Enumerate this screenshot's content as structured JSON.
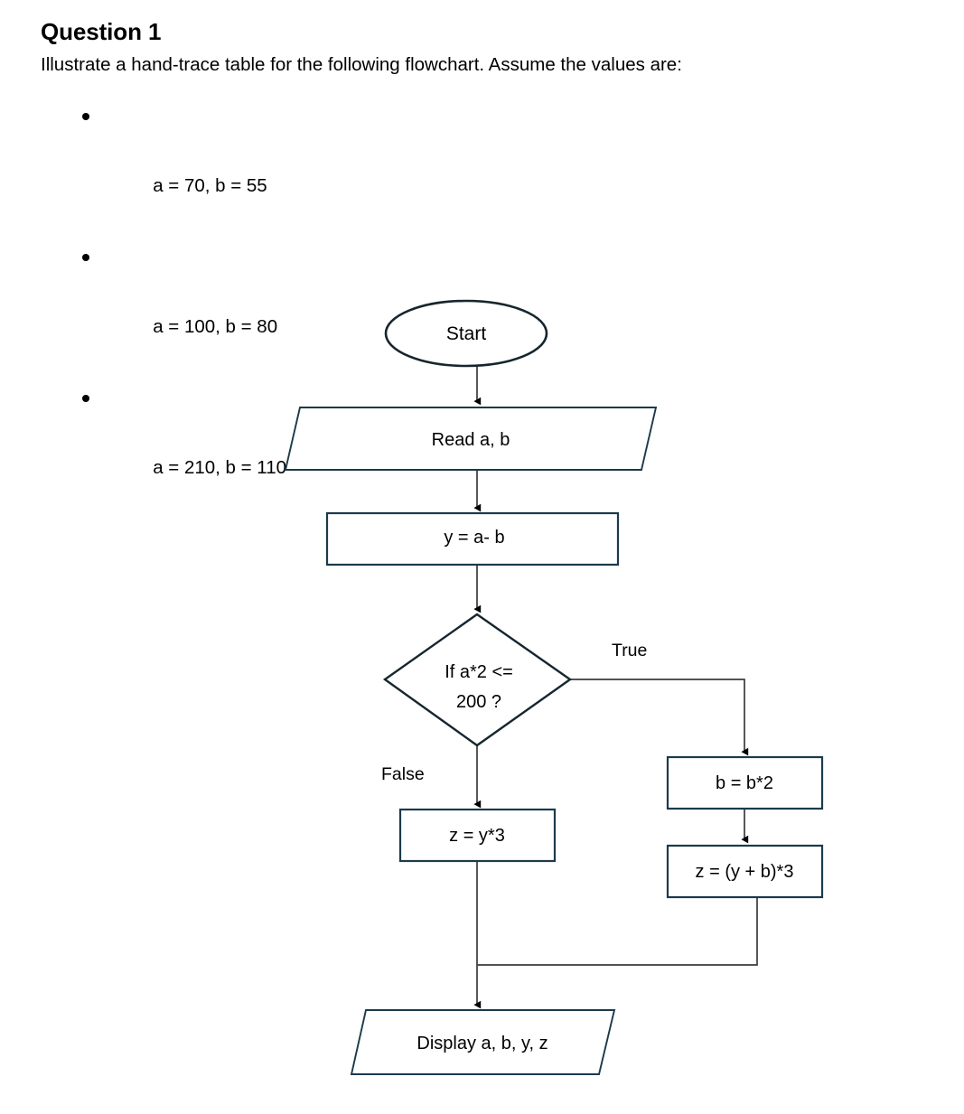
{
  "header": {
    "title": "Question 1",
    "prompt": "Illustrate a hand-trace table for the following flowchart. Assume the values are:",
    "assumptions": [
      "a = 70, b = 55",
      "a = 100, b = 80",
      "a = 210, b = 110"
    ]
  },
  "flowchart": {
    "nodes": {
      "start": "Start",
      "read": "Read a, b",
      "assign_y": "y = a- b",
      "decision_line1": "If a*2 <=",
      "decision_line2": "200 ?",
      "true_box": "b = b*2",
      "true_result": "z = (y + b)*3",
      "false_result": "z = y*3",
      "display": "Display a, b, y, z"
    },
    "branch_labels": {
      "true": "True",
      "false": "False"
    },
    "colors": {
      "stroke": "#1b3a4b",
      "start_stroke": "#16262e",
      "connector": "#3b3b3b",
      "arrowhead": "#000000",
      "fill": "#ffffff",
      "text": "#000000"
    }
  }
}
